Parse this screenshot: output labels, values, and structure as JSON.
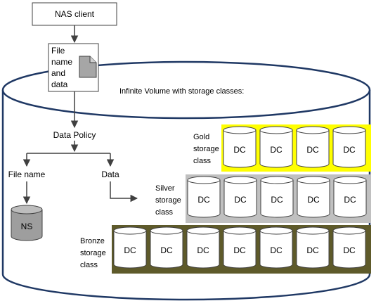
{
  "nas_client": {
    "label": "NAS client"
  },
  "file_box": {
    "lines": [
      "File",
      "name",
      "and",
      "data"
    ]
  },
  "volume": {
    "label": "Infinite Volume with storage classes:"
  },
  "data_policy": {
    "label": "Data Policy"
  },
  "branches": {
    "file_name": "File name",
    "data": "Data"
  },
  "namespace": {
    "label": "NS"
  },
  "storage_classes": [
    {
      "name": "gold",
      "label_lines": [
        "Gold",
        "storage",
        "class"
      ],
      "color": "#ffff00",
      "dc_count": 4,
      "dc_label": "DC"
    },
    {
      "name": "silver",
      "label_lines": [
        "Silver",
        "storage",
        "class"
      ],
      "color": "#c0c0c0",
      "dc_count": 5,
      "dc_label": "DC"
    },
    {
      "name": "bronze",
      "label_lines": [
        "Bronze",
        "storage",
        "class"
      ],
      "color": "#5e5a2a",
      "dc_count": 7,
      "dc_label": "DC"
    }
  ],
  "colors": {
    "volume_stroke": "#1f3864",
    "line": "#404040",
    "ns_fill": "#9e9e9e",
    "page_fold_fill": "#a6a6a6"
  }
}
